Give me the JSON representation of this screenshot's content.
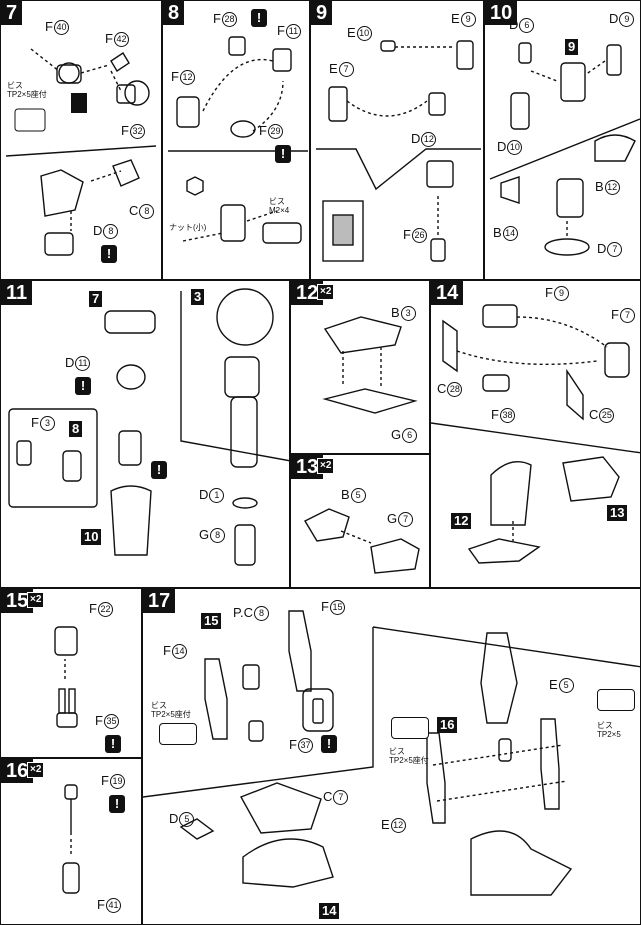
{
  "steps": {
    "s7": {
      "num": "7",
      "labels": [
        "F",
        "F",
        "F",
        "C",
        "D"
      ],
      "nums": [
        "40",
        "42",
        "32",
        "8",
        "8"
      ],
      "screw_note": "ビス\nTP2×5座付"
    },
    "s8": {
      "num": "8",
      "labels": [
        "F",
        "F",
        "F",
        "F"
      ],
      "nums": [
        "28",
        "11",
        "12",
        "29"
      ],
      "nut_note": "ナット(小)",
      "screw_note": "ビス\nM2×4"
    },
    "s9": {
      "num": "9",
      "labels": [
        "E",
        "E",
        "E",
        "D",
        "F"
      ],
      "nums": [
        "10",
        "9",
        "7",
        "12",
        "26"
      ]
    },
    "s10": {
      "num": "10",
      "labels": [
        "D",
        "D",
        "D",
        "B",
        "B",
        "D"
      ],
      "nums": [
        "6",
        "9",
        "10",
        "12",
        "14",
        "7"
      ],
      "ref": "9"
    },
    "s11": {
      "num": "11",
      "labels": [
        "D",
        "F",
        "D",
        "G"
      ],
      "nums": [
        "11",
        "3",
        "1",
        "8"
      ],
      "refs": [
        "7",
        "8",
        "10",
        "3"
      ]
    },
    "s12": {
      "num": "12",
      "mult": "×2",
      "labels": [
        "B",
        "G"
      ],
      "nums": [
        "3",
        "6"
      ]
    },
    "s13": {
      "num": "13",
      "mult": "×2",
      "labels": [
        "B",
        "G"
      ],
      "nums": [
        "5",
        "7"
      ]
    },
    "s14": {
      "num": "14",
      "labels": [
        "F",
        "F",
        "C",
        "F",
        "C"
      ],
      "nums": [
        "9",
        "7",
        "28",
        "38",
        "25"
      ],
      "refs": [
        "12",
        "13"
      ]
    },
    "s15": {
      "num": "15",
      "mult": "×2",
      "labels": [
        "F",
        "F"
      ],
      "nums": [
        "22",
        "35"
      ]
    },
    "s16": {
      "num": "16",
      "mult": "×2",
      "labels": [
        "F",
        "F"
      ],
      "nums": [
        "19",
        "41"
      ]
    },
    "s17": {
      "num": "17",
      "labels": [
        "P.C",
        "F",
        "F",
        "F",
        "D",
        "C",
        "E",
        "E"
      ],
      "nums": [
        "8",
        "15",
        "14",
        "37",
        "5",
        "7",
        "5",
        "12"
      ],
      "refs": [
        "15",
        "14",
        "16"
      ],
      "screw_note_a": "ビス\nTP2×5座付",
      "screw_note_b": "ビス\nTP2×5座付",
      "screw_note_c": "ビス\nTP2×5"
    }
  },
  "warning_symbol": "!"
}
